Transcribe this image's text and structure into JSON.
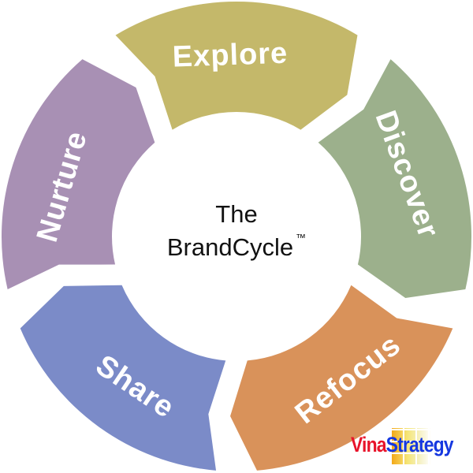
{
  "center": {
    "line1": "The",
    "line2": "BrandCycle",
    "trademark": "™"
  },
  "segments": [
    {
      "label": "Explore",
      "color": "#c4b86a"
    },
    {
      "label": "Discover",
      "color": "#9cb08c"
    },
    {
      "label": "Refocus",
      "color": "#d9925a"
    },
    {
      "label": "Share",
      "color": "#7b8bc8"
    },
    {
      "label": "Nurture",
      "color": "#a890b4"
    }
  ],
  "logo": {
    "part1": "Vina",
    "part2": "Strategy"
  }
}
